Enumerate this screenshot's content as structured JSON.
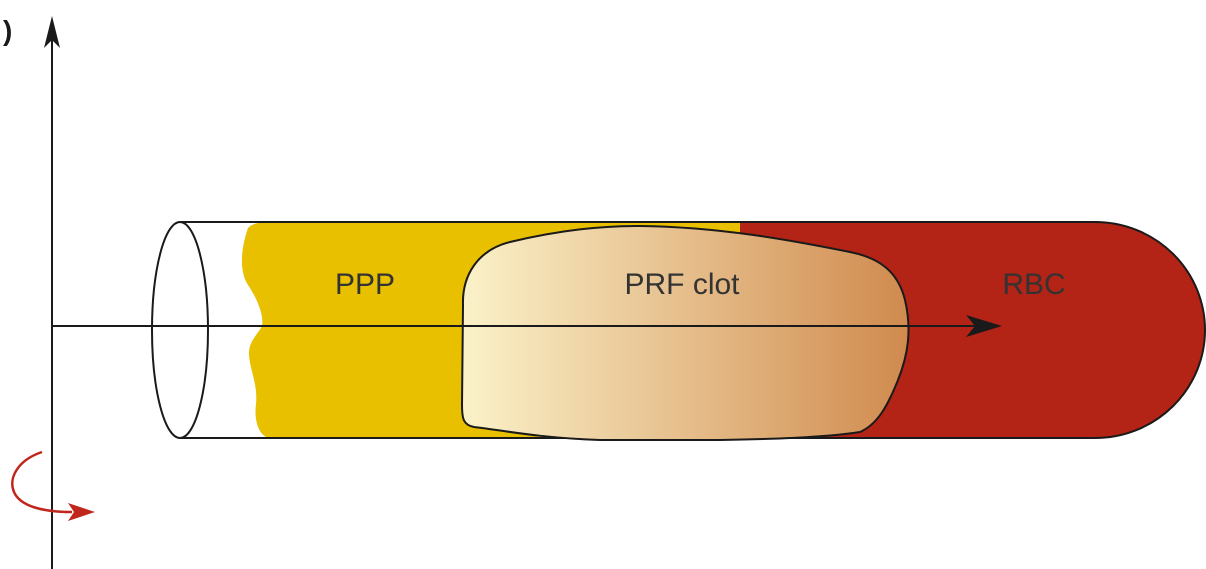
{
  "figure": {
    "corner_label": ")",
    "zones": [
      {
        "id": "ppp",
        "label": "PPP",
        "color": "#E8C000"
      },
      {
        "id": "prf-clot",
        "label": "PRF clot",
        "color_start": "#FBF2C9",
        "color_end": "#D08A4E"
      },
      {
        "id": "rbc",
        "label": "RBC",
        "color": "#B32316"
      }
    ],
    "colors": {
      "outline": "#1a1a1a",
      "axis": "#1a1a1a",
      "rotation_arrow": "#C0261B",
      "label_text": "#333333"
    },
    "icons": {
      "vertical_axis": "arrow-up-icon",
      "horizontal_axis": "arrow-right-icon",
      "rotation": "rotation-arrow-icon"
    }
  }
}
